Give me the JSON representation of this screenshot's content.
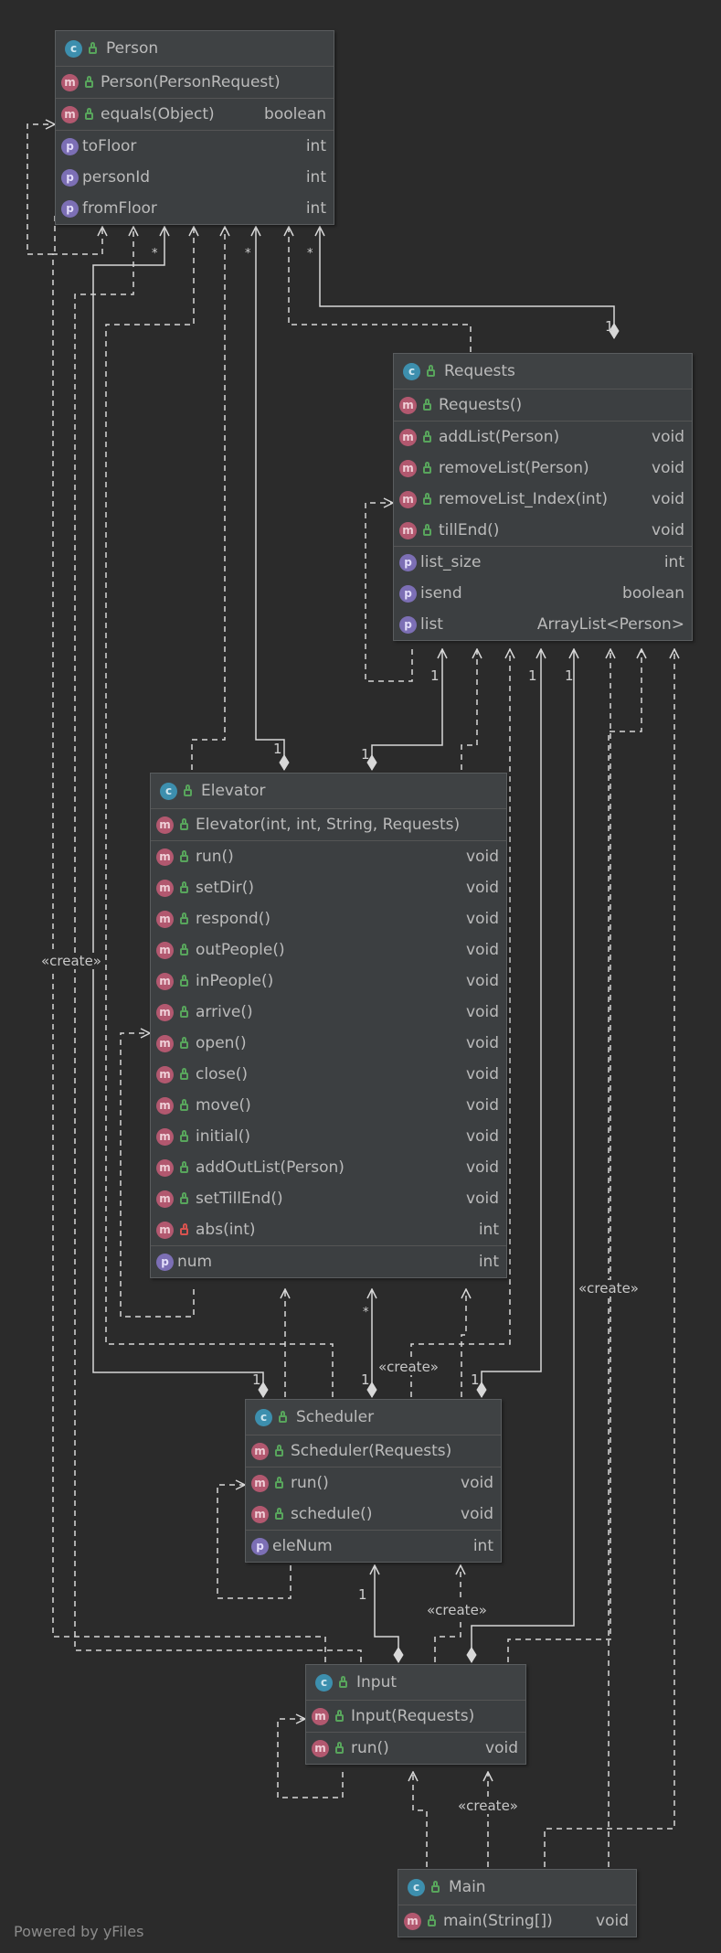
{
  "footer": "Powered by yFiles",
  "classes": {
    "person": {
      "name": "Person",
      "ctor": "Person(PersonRequest)",
      "methods": [
        {
          "name": "equals(Object)",
          "type": "boolean"
        }
      ],
      "props": [
        {
          "name": "toFloor",
          "type": "int"
        },
        {
          "name": "personId",
          "type": "int"
        },
        {
          "name": "fromFloor",
          "type": "int"
        }
      ]
    },
    "requests": {
      "name": "Requests",
      "ctor": "Requests()",
      "methods": [
        {
          "name": "addList(Person)",
          "type": "void"
        },
        {
          "name": "removeList(Person)",
          "type": "void"
        },
        {
          "name": "removeList_Index(int)",
          "type": "void"
        },
        {
          "name": "tillEnd()",
          "type": "void"
        }
      ],
      "props": [
        {
          "name": "list_size",
          "type": "int"
        },
        {
          "name": "isend",
          "type": "boolean"
        },
        {
          "name": "list",
          "type": "ArrayList<Person>"
        }
      ]
    },
    "elevator": {
      "name": "Elevator",
      "ctor": "Elevator(int, int, String, Requests)",
      "methods": [
        {
          "name": "run()",
          "type": "void"
        },
        {
          "name": "setDir()",
          "type": "void"
        },
        {
          "name": "respond()",
          "type": "void"
        },
        {
          "name": "outPeople()",
          "type": "void"
        },
        {
          "name": "inPeople()",
          "type": "void"
        },
        {
          "name": "arrive()",
          "type": "void"
        },
        {
          "name": "open()",
          "type": "void"
        },
        {
          "name": "close()",
          "type": "void"
        },
        {
          "name": "move()",
          "type": "void"
        },
        {
          "name": "initial()",
          "type": "void"
        },
        {
          "name": "addOutList(Person)",
          "type": "void"
        },
        {
          "name": "setTillEnd()",
          "type": "void"
        },
        {
          "name": "abs(int)",
          "type": "int"
        }
      ],
      "props": [
        {
          "name": "num",
          "type": "int"
        }
      ]
    },
    "scheduler": {
      "name": "Scheduler",
      "ctor": "Scheduler(Requests)",
      "methods": [
        {
          "name": "run()",
          "type": "void"
        },
        {
          "name": "schedule()",
          "type": "void"
        }
      ],
      "props": [
        {
          "name": "eleNum",
          "type": "int"
        }
      ]
    },
    "input": {
      "name": "Input",
      "ctor": "Input(Requests)",
      "methods": [
        {
          "name": "run()",
          "type": "void"
        }
      ],
      "props": []
    },
    "main": {
      "name": "Main",
      "ctor": null,
      "methods": [
        {
          "name": "main(String[])",
          "type": "void"
        }
      ],
      "props": []
    }
  },
  "labels": {
    "create_left": "«create»",
    "create_right": "«create»",
    "create_elev": "«create»",
    "create_sched": "«create»",
    "create_input": "«create»",
    "mult_one": "1",
    "mult_star": "*"
  },
  "colors": {
    "background": "#2b2b2b",
    "box": "#3c3f41",
    "line": "#d8d8d8",
    "class_badge": "#3d8fae",
    "method_badge": "#b2586f",
    "property_badge": "#7c6fb5",
    "public_lock": "#58a55c",
    "private_lock": "#d9534f"
  }
}
